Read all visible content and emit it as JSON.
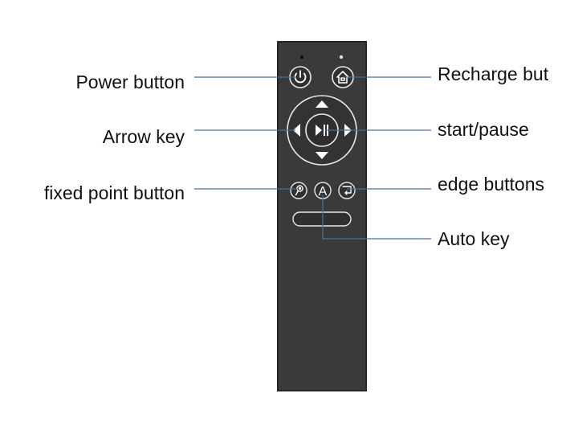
{
  "colors": {
    "remote_body": "#3a3a3a",
    "remote_edge": "#262626",
    "leader_line": "#4a6e9a",
    "button_outline": "#e8e8e8",
    "label_text": "#111111"
  },
  "labels": {
    "power": "Power button",
    "arrow": "Arrow key",
    "fixed_point": "fixed point button",
    "recharge": "Recharge but",
    "start_pause": "start/pause",
    "edge": "edge buttons",
    "auto": "Auto key"
  },
  "remote": {
    "auto_button_glyph": "A",
    "icons": [
      "power-icon",
      "home-recharge-icon",
      "arrow-up-icon",
      "arrow-down-icon",
      "arrow-left-icon",
      "arrow-right-icon",
      "play-pause-icon",
      "pin-icon",
      "edge-icon"
    ]
  }
}
